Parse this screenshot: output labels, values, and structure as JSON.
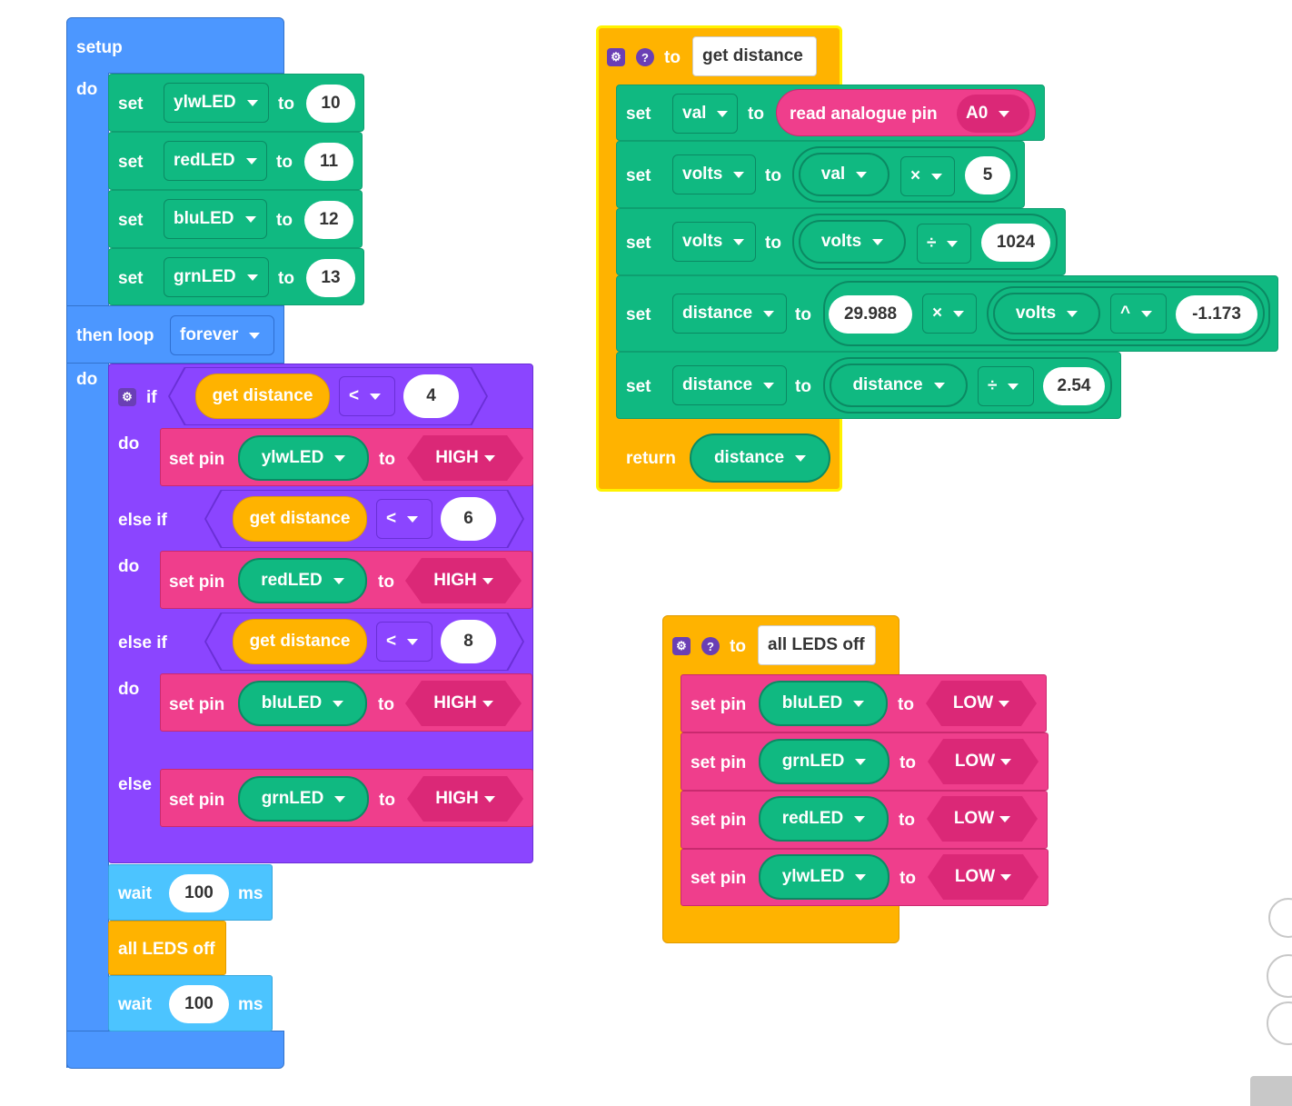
{
  "colors": {
    "green": "#10b981",
    "blue": "#4c97ff",
    "purple": "#8b45ff",
    "pink": "#ef3e8c",
    "orange": "#ffb300",
    "lightblue": "#4cc4ff"
  },
  "setup": {
    "title": "setup",
    "do": "do",
    "sets": [
      {
        "kw": "set",
        "var": "ylwLED",
        "to": "to",
        "val": "10"
      },
      {
        "kw": "set",
        "var": "redLED",
        "to": "to",
        "val": "11"
      },
      {
        "kw": "set",
        "var": "bluLED",
        "to": "to",
        "val": "12"
      },
      {
        "kw": "set",
        "var": "grnLED",
        "to": "to",
        "val": "13"
      }
    ],
    "then_loop": "then loop",
    "forever": "forever",
    "do2": "do"
  },
  "ifblock": {
    "if": "if",
    "do": "do",
    "else_if": "else if",
    "else": "else",
    "get_distance": "get distance",
    "lt": "<",
    "cond_vals": [
      "4",
      "6",
      "8"
    ],
    "set_pin": "set pin",
    "to": "to",
    "high": "HIGH",
    "pins": [
      "ylwLED",
      "redLED",
      "bluLED",
      "grnLED"
    ]
  },
  "tail": {
    "wait": "wait",
    "ms": "ms",
    "wait_val1": "100",
    "wait_val2": "100",
    "all_off": "all LEDS off"
  },
  "fn_distance": {
    "to": "to",
    "name": "get distance",
    "set": "set",
    "val": "val",
    "read_pin": "read analogue pin",
    "pin": "A0",
    "volts": "volts",
    "times": "×",
    "divide": "÷",
    "pow": "^",
    "five": "5",
    "k1024": "1024",
    "coef": "29.988",
    "exp": "-1.173",
    "distance": "distance",
    "inch": "2.54",
    "return": "return"
  },
  "fn_off": {
    "to": "to",
    "name": "all LEDS off",
    "rows": [
      {
        "kw": "set pin",
        "var": "bluLED",
        "to": "to",
        "val": "LOW"
      },
      {
        "kw": "set pin",
        "var": "grnLED",
        "to": "to",
        "val": "LOW"
      },
      {
        "kw": "set pin",
        "var": "redLED",
        "to": "to",
        "val": "LOW"
      },
      {
        "kw": "set pin",
        "var": "ylwLED",
        "to": "to",
        "val": "LOW"
      }
    ]
  }
}
